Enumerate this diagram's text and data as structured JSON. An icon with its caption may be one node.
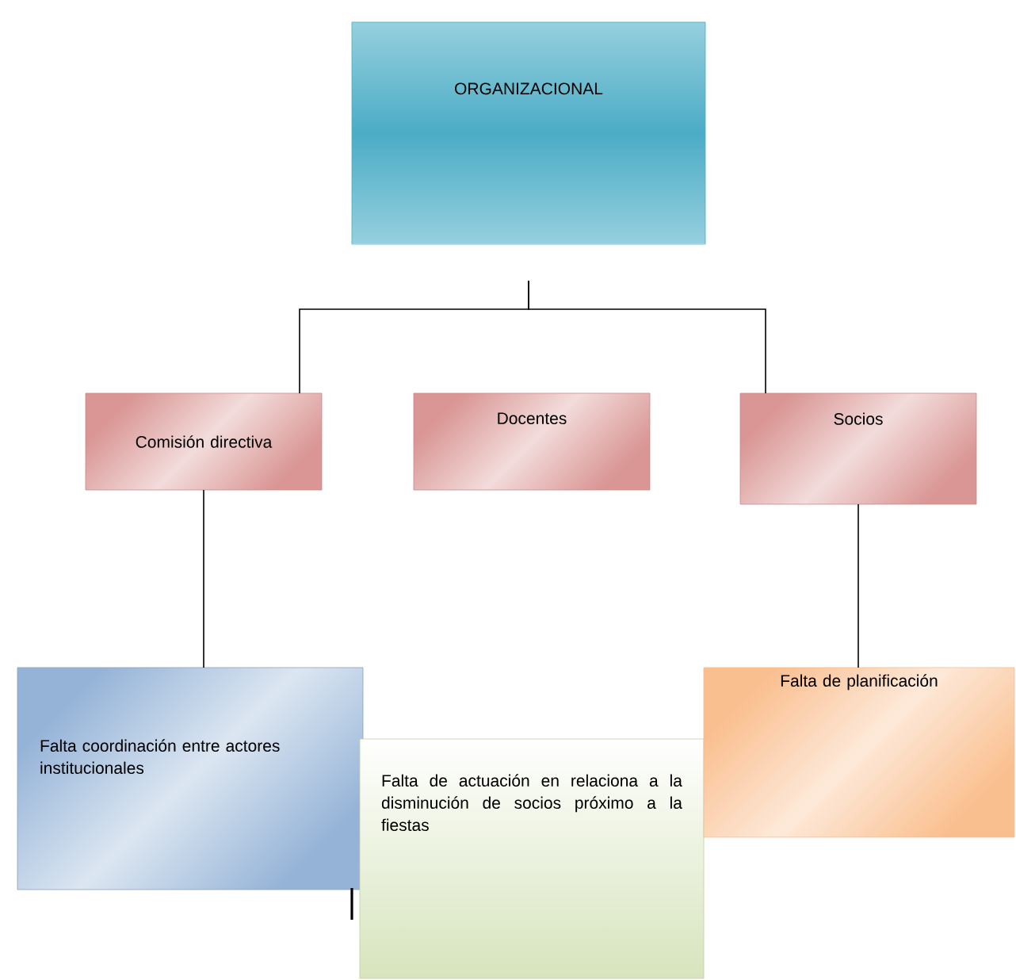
{
  "diagram": {
    "nodes": [
      {
        "text": [
          "ORGANIZACIONAL"
        ]
      },
      {
        "text": [
          "Comisión directiva"
        ]
      },
      {
        "text": [
          "Docentes"
        ]
      },
      {
        "text": [
          "Socios"
        ]
      },
      {
        "text": [
          "Falta coordinación entre actores institucionales"
        ]
      },
      {
        "text": [
          "Falta de actuación en relaciona a la disminución de socios próximo a la fiestas"
        ]
      },
      {
        "text": [
          "Falta de planificación"
        ]
      }
    ],
    "edges": [
      {
        "from": 0,
        "to": 1,
        "arrow": "none"
      },
      {
        "from": 0,
        "to": 3,
        "arrow": "none"
      },
      {
        "from": 1,
        "to": 4,
        "arrow": "none"
      },
      {
        "from": 3,
        "to": 6,
        "arrow": "none"
      }
    ]
  }
}
